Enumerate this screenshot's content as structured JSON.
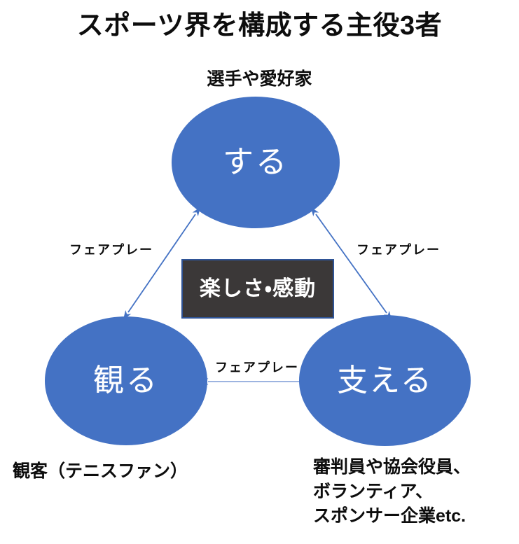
{
  "diagram": {
    "title": "スポーツ界を構成する主役3者",
    "background_color": "#ffffff",
    "node_fill_color": "#4472C4",
    "node_text_color": "#FFFFFF",
    "center_box_fill_color": "#3B3838",
    "center_box_border_color": "#2F5496",
    "arrow_color": "#4472C4",
    "nodes": [
      {
        "id": "do",
        "label": "する",
        "caption": "選手や愛好家",
        "caption_position": "above"
      },
      {
        "id": "watch",
        "label": "観る",
        "caption": "観客（テニスファン）",
        "caption_position": "below"
      },
      {
        "id": "support",
        "label": "支える",
        "caption_lines": [
          "審判員や協会役員、",
          "ボランティア、",
          "スポンサー企業etc."
        ],
        "caption_position": "below"
      }
    ],
    "center_box": {
      "label": "楽しさ・感動"
    },
    "edges": [
      {
        "id": "do-watch",
        "label": "フェアプレー",
        "from": "する",
        "to": "観る",
        "style": "double-arrow"
      },
      {
        "id": "do-support",
        "label": "フェアプレー",
        "from": "する",
        "to": "支える",
        "style": "double-arrow"
      },
      {
        "id": "watch-support",
        "label": "フェアプレー",
        "from": "観る",
        "to": "支える",
        "style": "double-arrow"
      }
    ]
  }
}
